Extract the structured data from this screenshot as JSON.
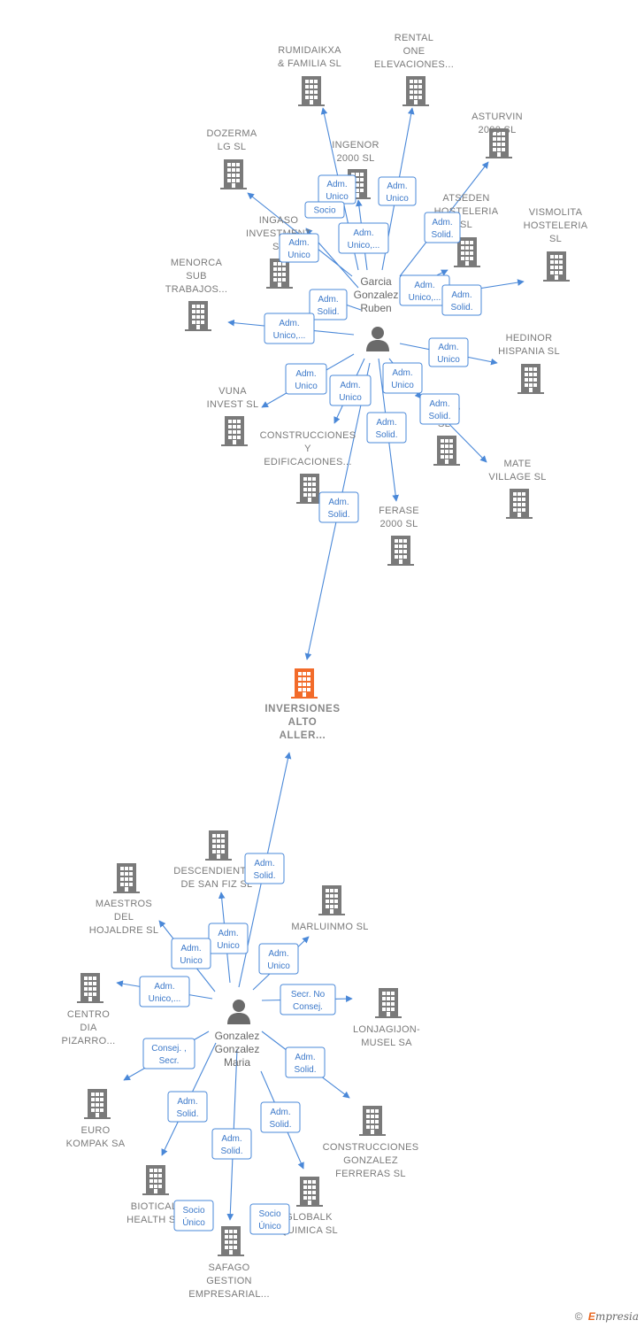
{
  "colors": {
    "edge": "#4a88d8",
    "building": "#7a7a7a",
    "center_building": "#f26b2a",
    "person": "#6a6a6a"
  },
  "target": {
    "label": [
      "INVERSIONES",
      "ALTO",
      "ALLER..."
    ]
  },
  "persons": {
    "p1": {
      "label": [
        "Garcia",
        "Gonzalez",
        "Ruben"
      ]
    },
    "p2": {
      "label": [
        "Gonzalez",
        "Gonzalez",
        "Maria"
      ]
    }
  },
  "companies": {
    "rumidaikxa": [
      "RUMIDAIKXA",
      "& FAMILIA  SL"
    ],
    "rental": [
      "RENTAL",
      "ONE",
      "ELEVACIONES..."
    ],
    "asturvin": [
      "ASTURVIN",
      "2000  SL"
    ],
    "dozerma": [
      "DOZERMA",
      "LG  SL"
    ],
    "ingenor": [
      "INGENOR",
      "2000  SL"
    ],
    "atseden": [
      "ATSEDEN",
      "HOSTELERIA",
      "SL"
    ],
    "vismolita": [
      "VISMOLITA",
      "HOSTELERIA",
      "SL"
    ],
    "ingaso": [
      "INGASO",
      "INVESTMENT",
      "SL"
    ],
    "menorca": [
      "MENORCA",
      "SUB",
      "TRABAJOS..."
    ],
    "hedinor": [
      "HEDINOR",
      "HISPANIA  SL"
    ],
    "vuna": [
      "VUNA",
      "INVEST  SL"
    ],
    "construcciones_y": [
      "CONSTRUCCIONES",
      "Y",
      "EDIFICACIONES..."
    ],
    "rmop": [
      "R          MOP",
      "SL"
    ],
    "mate": [
      "MATE",
      "VILLAGE  SL"
    ],
    "ferase": [
      "FERASE",
      "2000  SL"
    ],
    "descendientes": [
      "DESCENDIENTES",
      "DE SAN FIZ SL"
    ],
    "maestros": [
      "MAESTROS",
      "DEL",
      "HOJALDRE  SL"
    ],
    "marluinmo": [
      "MARLUINMO SL"
    ],
    "centro": [
      "CENTRO",
      "DIA",
      "PIZARRO..."
    ],
    "lonjagijon": [
      "LONJAGIJON-",
      "MUSEL SA"
    ],
    "euro": [
      "EURO",
      "KOMPAK SA"
    ],
    "construcciones_g": [
      "CONSTRUCCIONES",
      "GONZALEZ",
      "FERRERAS SL"
    ],
    "biotical": [
      "BIOTICAL",
      "HEALTH  SL"
    ],
    "globalk": [
      "GLOBALK",
      "QUIMICA SL"
    ],
    "safago": [
      "SAFAGO",
      "GESTION",
      "EMPRESARIAL..."
    ]
  },
  "roles": {
    "adm_unico": [
      "Adm.",
      "Unico"
    ],
    "adm_unico_more": [
      "Adm.",
      "Unico,..."
    ],
    "adm_solid": [
      "Adm.",
      "Solid."
    ],
    "socio": [
      "Socio"
    ],
    "socio_unico": [
      "Socio",
      "Único"
    ],
    "secr_no_consej": [
      "Secr.  No",
      "Consej."
    ],
    "consej_secr": [
      "Consej. ,",
      "Secr."
    ]
  },
  "footer": {
    "copyright": "©",
    "brand_first": "E",
    "brand_rest": "mpresia"
  }
}
